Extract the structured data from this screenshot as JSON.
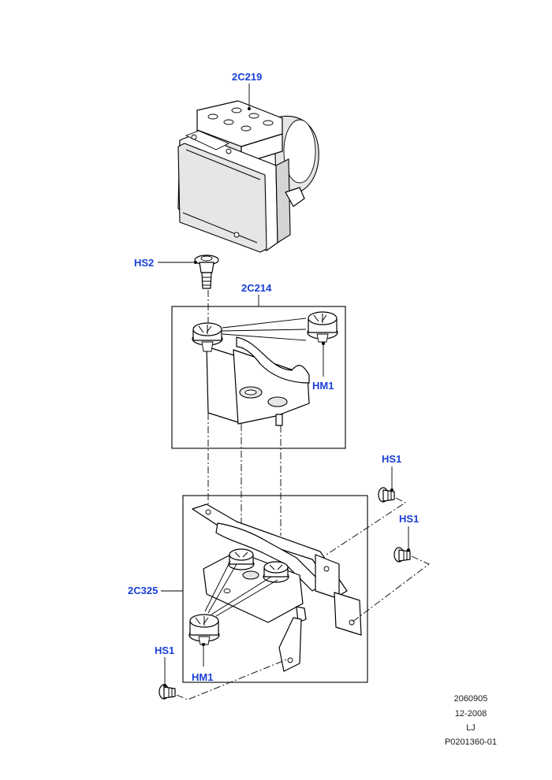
{
  "callouts": {
    "abs_module": "2C219",
    "module_bolt": "HS2",
    "upper_bracket": "2C214",
    "upper_mount": "HM1",
    "lower_bracket": "2C325",
    "lower_mount": "HM1",
    "bolt_upper_right": "HS1",
    "bolt_middle_right": "HS1",
    "bolt_lower_left": "HS1"
  },
  "reference_block": {
    "code": "2060905",
    "date": "12-2008",
    "initials": "LJ",
    "part_ref": "P0201360-01"
  },
  "colors": {
    "callout_text": "#1a3fd6",
    "line_art": "#000000",
    "background": "#ffffff"
  }
}
